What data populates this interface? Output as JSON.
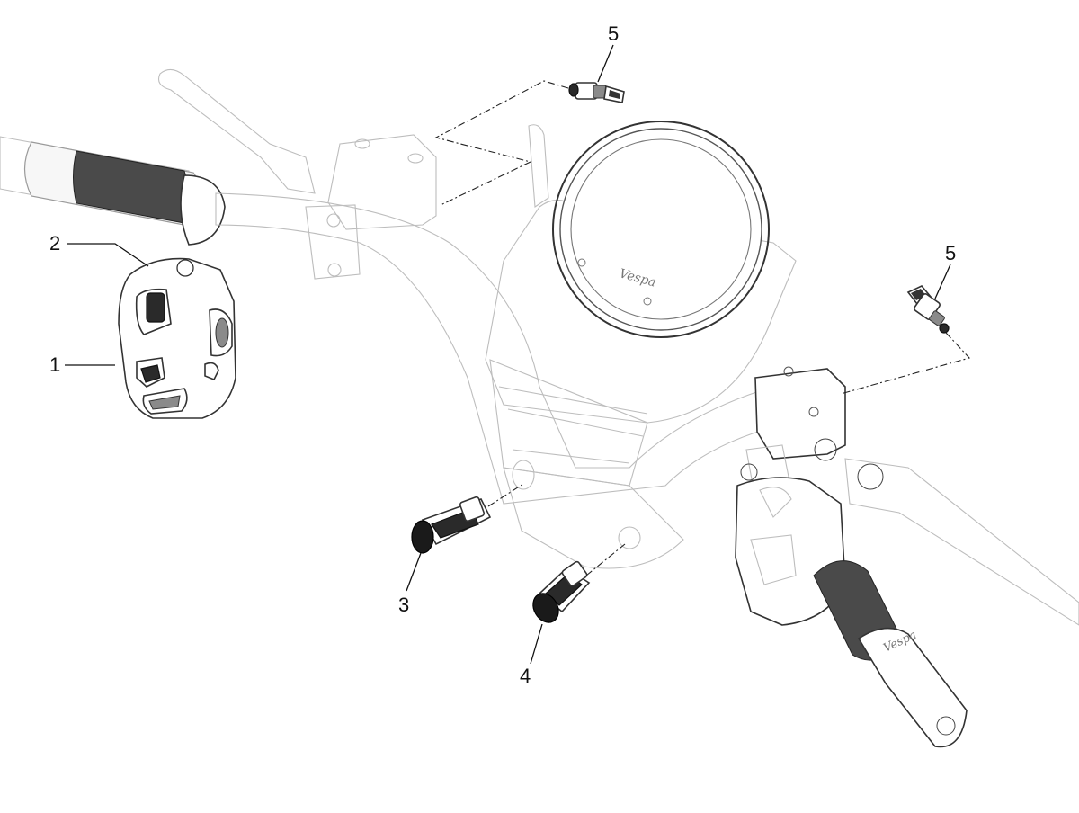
{
  "diagram": {
    "callouts": [
      {
        "id": "c1",
        "label": "1"
      },
      {
        "id": "c2",
        "label": "2"
      },
      {
        "id": "c3",
        "label": "3"
      },
      {
        "id": "c4",
        "label": "4"
      },
      {
        "id": "c5a",
        "label": "5"
      },
      {
        "id": "c5b",
        "label": "5"
      }
    ],
    "logo_text": "Vespa"
  }
}
